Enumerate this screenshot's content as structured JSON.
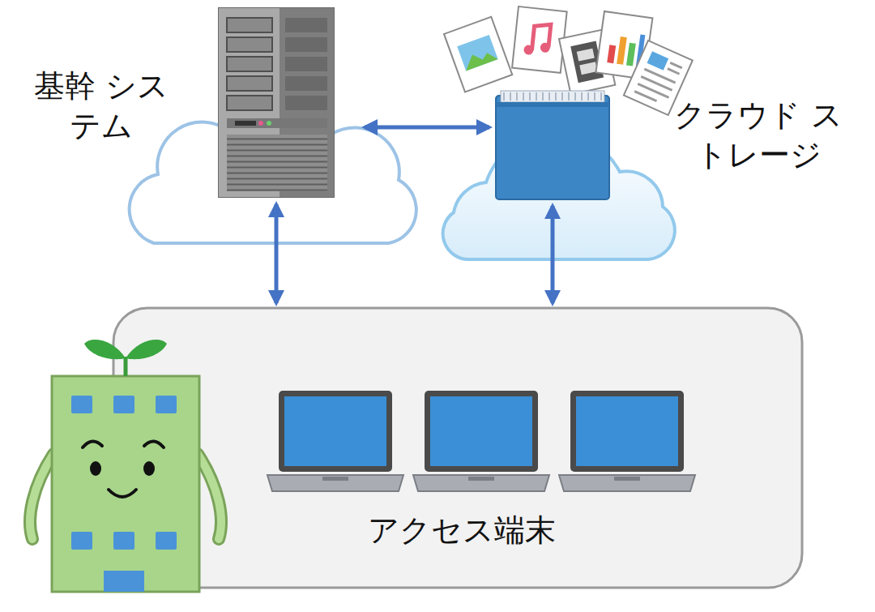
{
  "diagram": {
    "nodes": [
      {
        "text": [
          "基幹 システム"
        ]
      },
      {
        "text": [
          "クラウド ストレージ"
        ]
      },
      {
        "text": [
          "アクセス端末"
        ]
      }
    ],
    "edges": [
      {
        "from": 0,
        "to": 1,
        "arrow": "both"
      },
      {
        "from": 0,
        "to": 2,
        "arrow": "both"
      },
      {
        "from": 1,
        "to": 2,
        "arrow": "both"
      }
    ]
  }
}
